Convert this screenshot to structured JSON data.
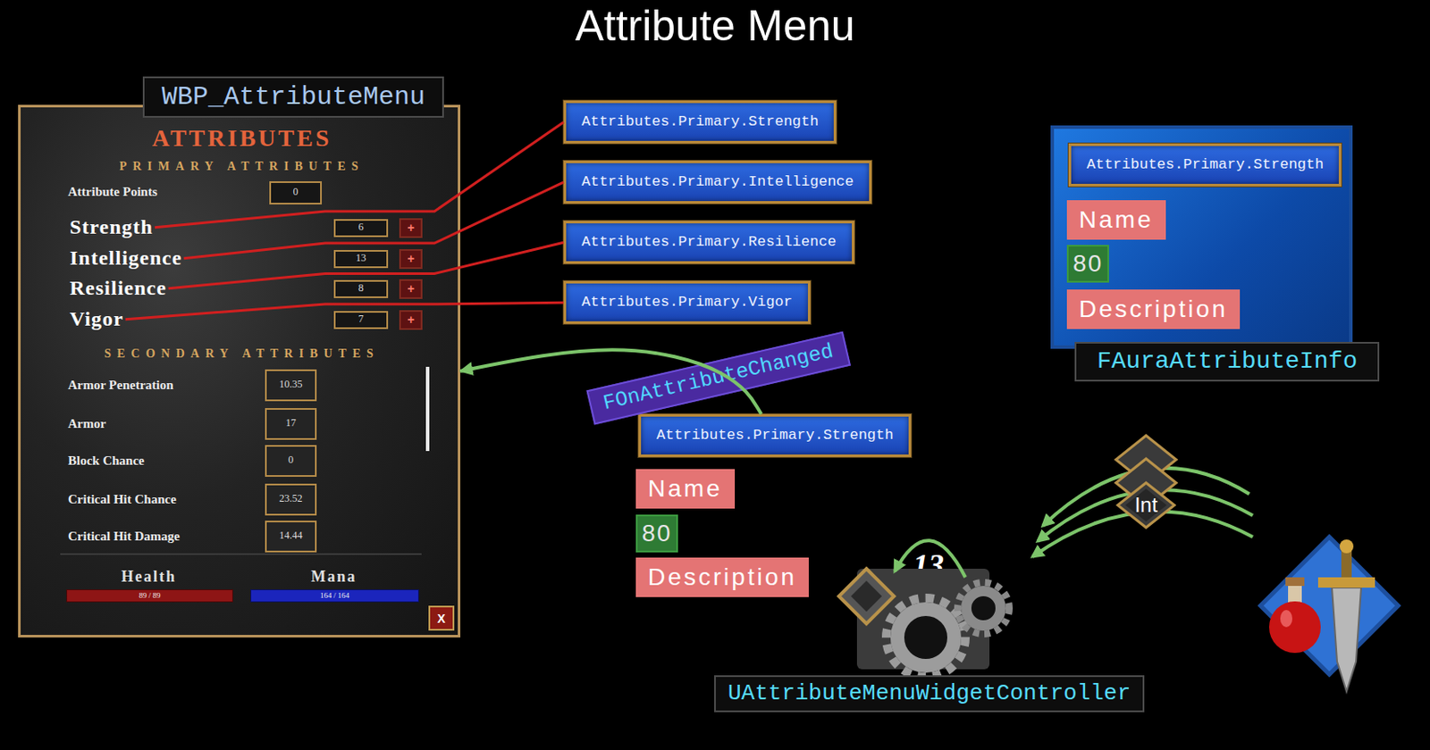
{
  "diagram": {
    "title": "Attribute Menu",
    "nodes": [
      {
        "text": [
          "WBP_AttributeMenu"
        ]
      },
      {
        "text": [
          "ATTRIBUTES",
          "PRIMARY ATTRIBUTES",
          "Attribute Points",
          "SECONDARY ATTRIBUTES",
          "Armor Penetration",
          "Armor",
          "Block Chance",
          "Critical Hit Chance",
          "Critical Hit Damage",
          "Health",
          "Mana"
        ]
      },
      {
        "text": [
          "0"
        ],
        "in": 1
      },
      {
        "text": [
          "Strength"
        ],
        "in": 1
      },
      {
        "text": [
          "6"
        ],
        "in": 1
      },
      {
        "text": [
          "+"
        ],
        "in": 1
      },
      {
        "text": [
          "Intelligence"
        ],
        "in": 1
      },
      {
        "text": [
          "13"
        ],
        "in": 1
      },
      {
        "text": [
          "+"
        ],
        "in": 1
      },
      {
        "text": [
          "Resilience"
        ],
        "in": 1
      },
      {
        "text": [
          "8"
        ],
        "in": 1
      },
      {
        "text": [
          "+"
        ],
        "in": 1
      },
      {
        "text": [
          "Vigor"
        ],
        "in": 1
      },
      {
        "text": [
          "7"
        ],
        "in": 1
      },
      {
        "text": [
          "+"
        ],
        "in": 1
      },
      {
        "text": [
          "10.35"
        ],
        "in": 1
      },
      {
        "text": [
          "17"
        ],
        "in": 1
      },
      {
        "text": [
          "0"
        ],
        "in": 1
      },
      {
        "text": [
          "23.52"
        ],
        "in": 1
      },
      {
        "text": [
          "14.44"
        ],
        "in": 1
      },
      {
        "text": [
          "89 / 89"
        ],
        "in": 1
      },
      {
        "text": [
          "164 / 164"
        ],
        "in": 1
      },
      {
        "text": [
          "X"
        ],
        "in": 1
      },
      {
        "text": [
          "Attributes.Primary.Strength"
        ]
      },
      {
        "text": [
          "Attributes.Primary.Intelligence"
        ]
      },
      {
        "text": [
          "Attributes.Primary.Resilience"
        ]
      },
      {
        "text": [
          "Attributes.Primary.Vigor"
        ]
      },
      {
        "text": [
          "Attributes.Primary.Strength"
        ]
      },
      {
        "text": [
          "Name"
        ]
      },
      {
        "text": [
          "80"
        ]
      },
      {
        "text": [
          "Description"
        ]
      },
      {
        "text": [
          "FAuraAttributeInfo"
        ]
      },
      {
        "text": [
          "Attributes.Primary.Strength"
        ],
        "in": 31
      },
      {
        "text": [
          "Name"
        ],
        "in": 31
      },
      {
        "text": [
          "80"
        ],
        "in": 31
      },
      {
        "text": [
          "Description"
        ],
        "in": 31
      },
      {
        "text": [
          "UAttributeMenuWidgetController"
        ]
      },
      {
        "text": [
          "Int"
        ]
      }
    ],
    "edges": [
      {
        "from": 3,
        "to": 23,
        "arrow": "none"
      },
      {
        "from": 6,
        "to": 24,
        "arrow": "none"
      },
      {
        "from": 9,
        "to": 25,
        "arrow": "none"
      },
      {
        "from": 12,
        "to": 26,
        "arrow": "none"
      },
      {
        "from": 27,
        "to": 1,
        "label": "FOnAttributeChanged",
        "arrow": "to"
      }
    ],
    "labels": [
      "13"
    ]
  }
}
